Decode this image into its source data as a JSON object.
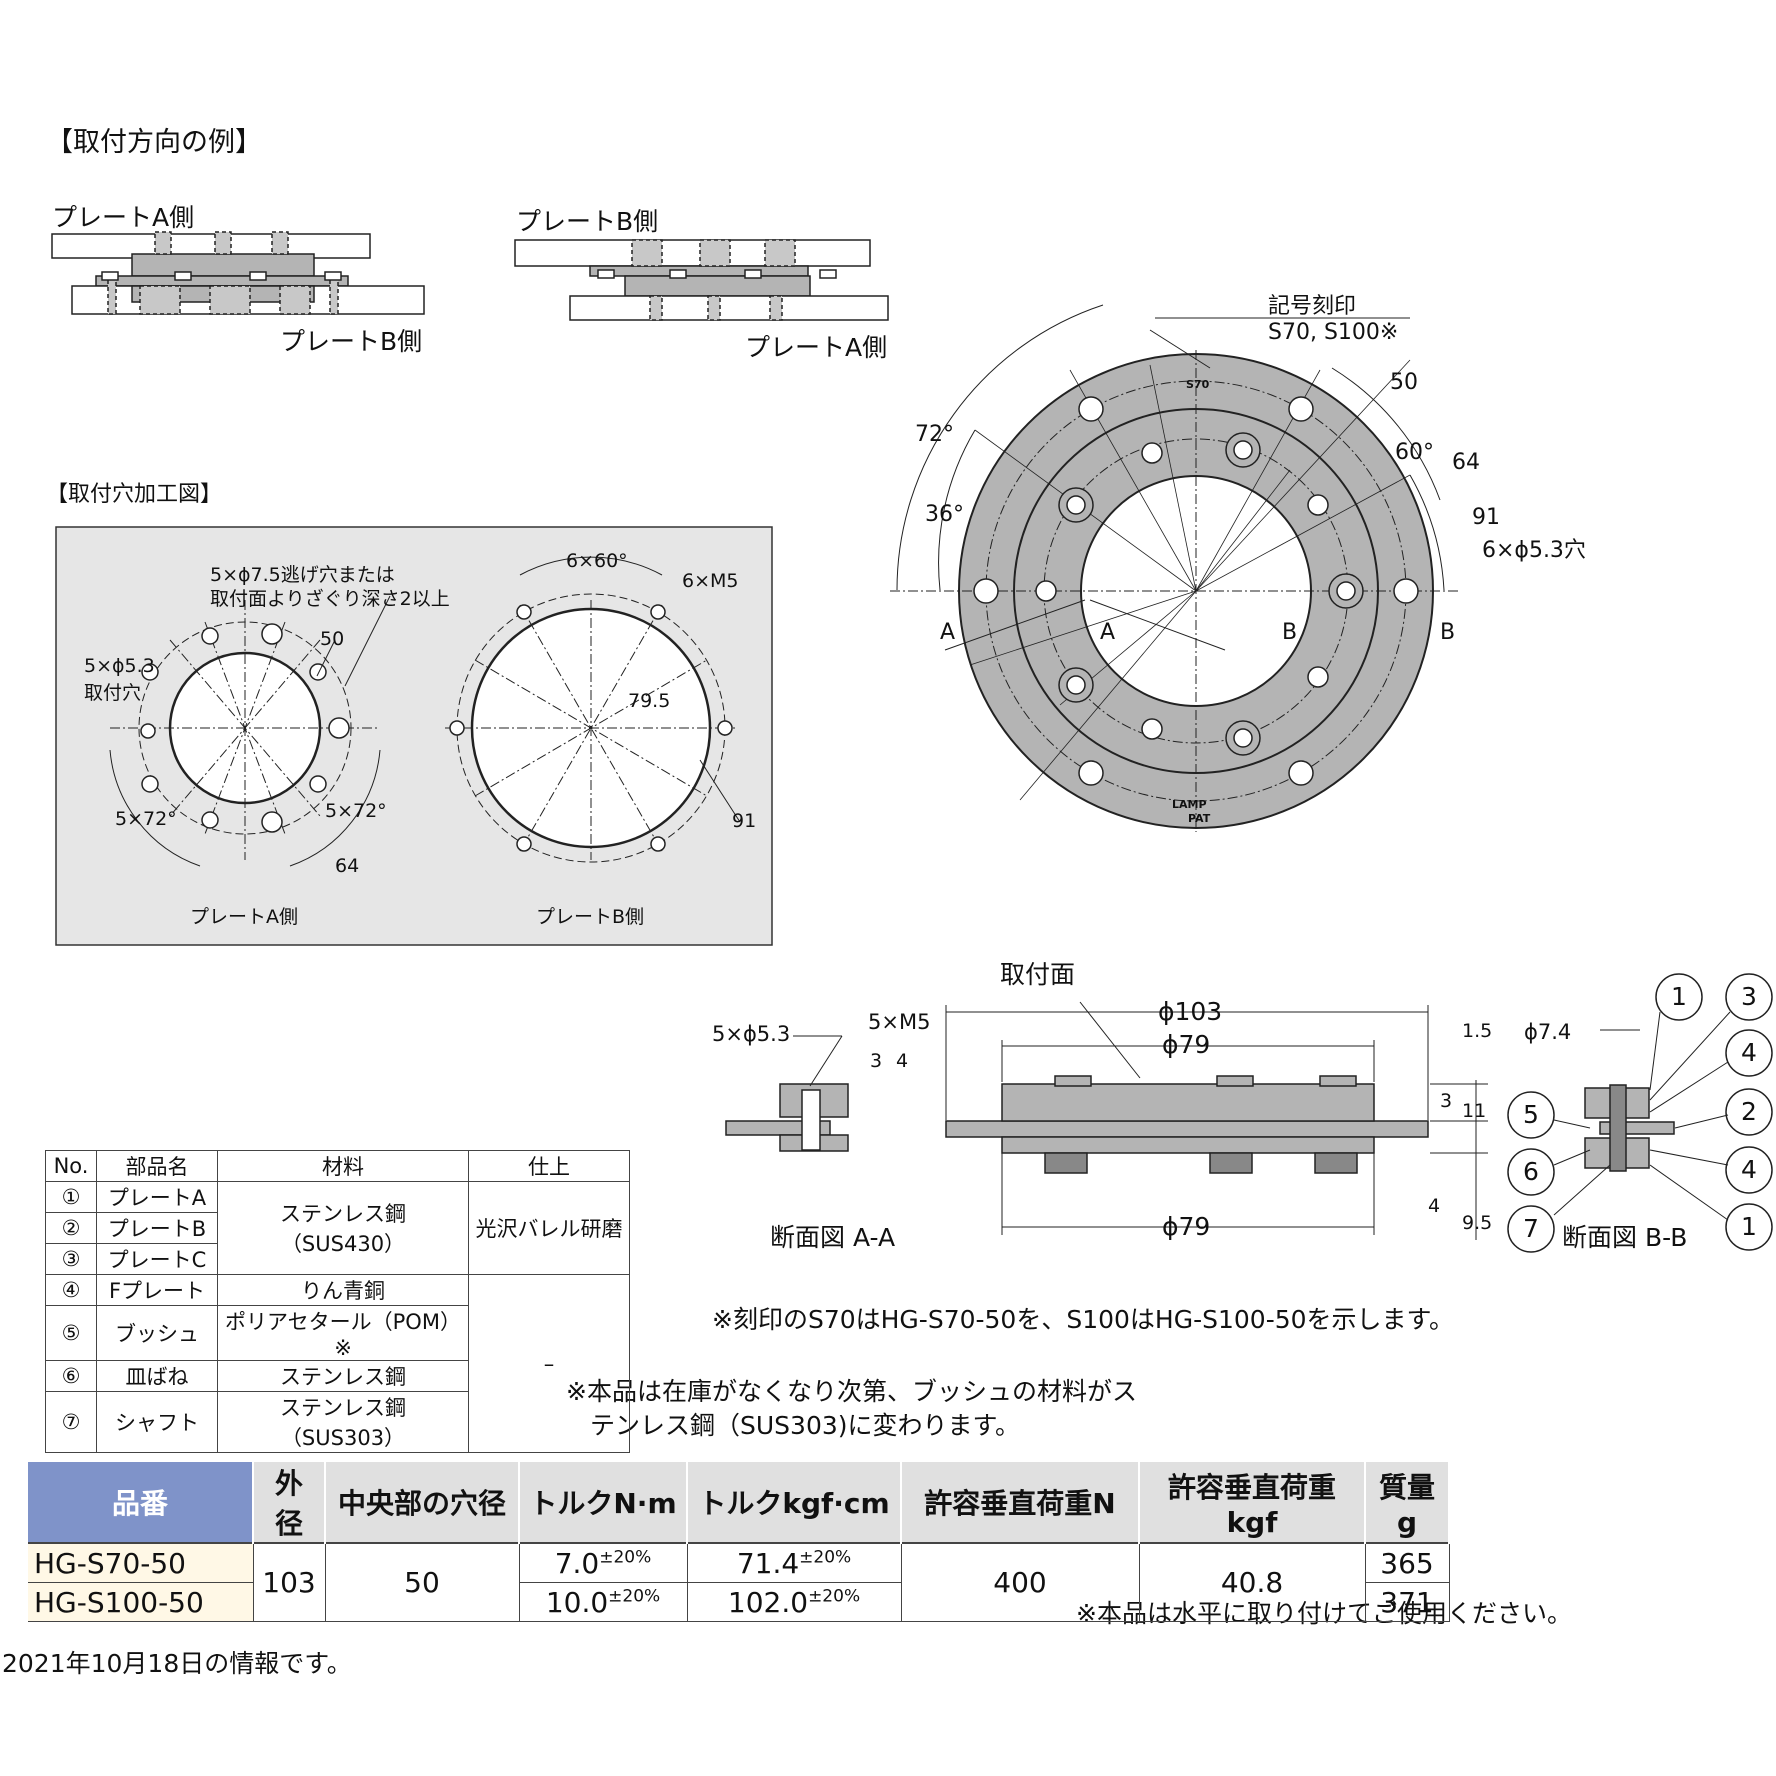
{
  "titles": {
    "mount_example": "【取付方向の例】",
    "hole_drawing": "【取付穴加工図】"
  },
  "mount_example": {
    "left_top": "プレートA側",
    "left_bottom": "プレートB側",
    "right_top": "プレートB側",
    "right_bottom": "プレートA側"
  },
  "hole_drawing": {
    "note_escape": "5×ϕ7.5逃げ穴または",
    "note_counterbore": "取付面よりざぐり深さ2以上",
    "tap_holes": "5×ϕ5.3",
    "tap_holes2": "取付穴",
    "dim_50": "50",
    "dim_64": "64",
    "angle_left": "5×72°",
    "angle_right": "5×72°",
    "side_a": "プレートA側",
    "angle_b": "6×60°",
    "m5": "6×M5",
    "dim_795": "79.5",
    "dim_91": "91",
    "side_b": "プレートB側"
  },
  "top_view": {
    "stamp_title": "記号刻印",
    "stamp_values": "S70, S100※",
    "plate_stamp": "S70",
    "logo": "LAMP",
    "pat": "PAT",
    "dim_50": "50",
    "angle_60": "60°",
    "dim_64": "64",
    "dim_91": "91",
    "holes": "6×ϕ5.3穴",
    "angle_72": "72°",
    "angle_36": "36°",
    "sec_a": "A",
    "sec_b": "B"
  },
  "section_aa": {
    "hole": "5×ϕ5.3",
    "thread": "5×M5",
    "dim_3": "3",
    "dim_4": "4",
    "caption": "断面図 A-A"
  },
  "side_view": {
    "mount_face": "取付面",
    "od_103": "ϕ103",
    "d_79_top": "ϕ79",
    "d_79_bottom": "ϕ79",
    "dim_15": "1.5",
    "dim_3": "3",
    "dim_11": "11",
    "dim_4": "4",
    "dim_95": "9.5"
  },
  "section_bb": {
    "d_74": "ϕ7.4",
    "caption": "断面図 B-B",
    "callouts": [
      "1",
      "3",
      "4",
      "2",
      "5",
      "6",
      "7",
      "4",
      "1"
    ]
  },
  "notes": {
    "stamp_note": "※刻印のS70はHG-S70-50を、S100はHG-S100-50を示します。",
    "stock_note_1": "※本品は在庫がなくなり次第、ブッシュの材料がス",
    "stock_note_2": "テンレス鋼（SUS303)に変わります。",
    "horizontal_note": "※本品は水平に取り付けてご使用ください。",
    "date_note": "2021年10月18日の情報です。"
  },
  "parts_table": {
    "headers": [
      "No.",
      "部品名",
      "材料",
      "仕上"
    ],
    "rows": [
      {
        "no": "①",
        "name": "プレートA"
      },
      {
        "no": "②",
        "name": "プレートB"
      },
      {
        "no": "③",
        "name": "プレートC"
      },
      {
        "no": "④",
        "name": "Fプレート",
        "material": "りん青銅"
      },
      {
        "no": "⑤",
        "name": "ブッシュ",
        "material": "ポリアセタール（POM）※"
      },
      {
        "no": "⑥",
        "name": "皿ばね",
        "material": "ステンレス鋼"
      },
      {
        "no": "⑦",
        "name": "シャフト",
        "material": "ステンレス鋼（SUS303）"
      }
    ],
    "material_plates": "ステンレス鋼（SUS430）",
    "finish_plates": "光沢バレル研磨",
    "finish_other": "–"
  },
  "product_table": {
    "headers": [
      "品番",
      "外径",
      "中央部の穴径",
      "トルクN·m",
      "トルクkgf·cm",
      "許容垂直荷重N",
      "許容垂直荷重kgf",
      "質量g"
    ],
    "rows": [
      {
        "code": "HG-S70-50",
        "torque_nm": "7.0",
        "torque_kgf": "71.4",
        "mass": "365"
      },
      {
        "code": "HG-S100-50",
        "torque_nm": "10.0",
        "torque_kgf": "102.0",
        "mass": "371"
      }
    ],
    "tol": "±20%",
    "od": "103",
    "bore": "50",
    "load_n": "400",
    "load_kgf": "40.8"
  },
  "colors": {
    "plate_gray": "#b4b4b4",
    "panel_bg": "#e6e6e6",
    "header_blue": "#7f93c9",
    "header_gray": "#e0e0e0",
    "row_tint": "#fff8e6"
  }
}
